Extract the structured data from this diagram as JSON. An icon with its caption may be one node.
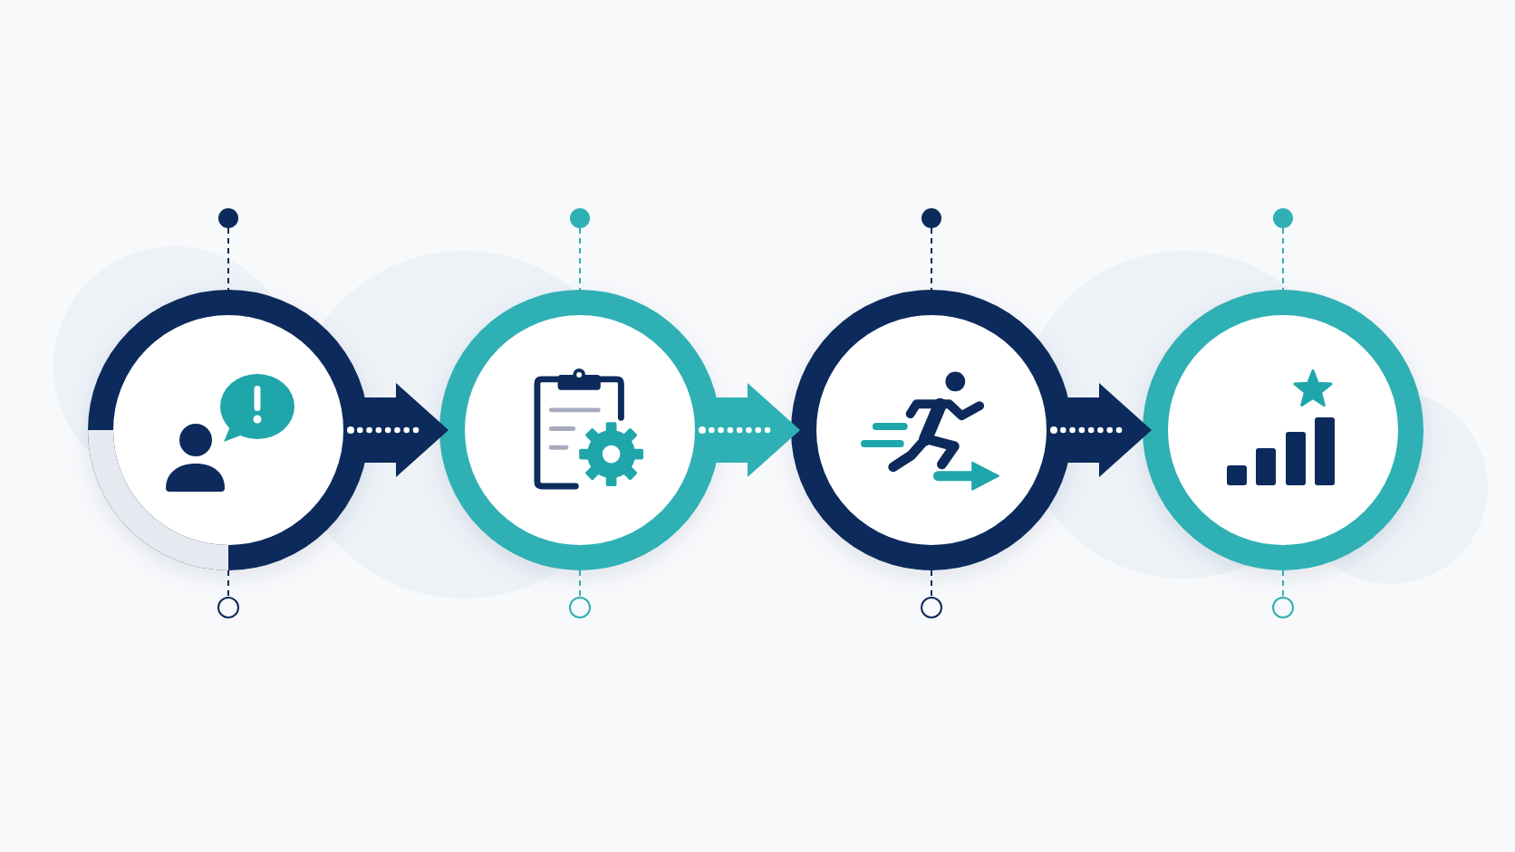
{
  "diagram": {
    "nodes": [
      {
        "text": [],
        "shape": "circle"
      },
      {
        "text": [],
        "shape": "circle"
      },
      {
        "text": [],
        "shape": "circle"
      },
      {
        "text": [],
        "shape": "circle"
      },
      {
        "text": [],
        "shape": "circle"
      },
      {
        "text": [],
        "shape": "circle"
      },
      {
        "text": [],
        "shape": "circle"
      },
      {
        "text": [],
        "shape": "circle"
      },
      {
        "text": [],
        "shape": "circle"
      },
      {
        "text": [],
        "shape": "circle"
      },
      {
        "text": [],
        "shape": "circle"
      },
      {
        "text": [],
        "shape": "circle"
      }
    ],
    "edges": [
      {
        "from": 4,
        "to": 5,
        "arrow": "to",
        "style": "thick"
      },
      {
        "from": 5,
        "to": 6,
        "arrow": "to",
        "style": "thick",
        "color": "#2fb0b4"
      },
      {
        "from": 6,
        "to": 7,
        "arrow": "to",
        "style": "thick"
      },
      {
        "from": 0,
        "to": 4,
        "arrow": "none",
        "style": "dashed"
      },
      {
        "from": 4,
        "to": 8,
        "arrow": "none",
        "style": "dashed"
      },
      {
        "from": 1,
        "to": 5,
        "arrow": "none",
        "style": "dashed",
        "color": "#2fb0b4"
      },
      {
        "from": 5,
        "to": 9,
        "arrow": "none",
        "style": "dashed",
        "color": "#2fb0b4"
      },
      {
        "from": 2,
        "to": 6,
        "arrow": "none",
        "style": "dashed"
      },
      {
        "from": 6,
        "to": 10,
        "arrow": "none",
        "style": "dashed"
      },
      {
        "from": 3,
        "to": 7,
        "arrow": "none",
        "style": "dashed",
        "color": "#2fb0b4"
      },
      {
        "from": 7,
        "to": 11,
        "arrow": "none",
        "style": "dashed",
        "color": "#2fb0b4"
      }
    ]
  }
}
